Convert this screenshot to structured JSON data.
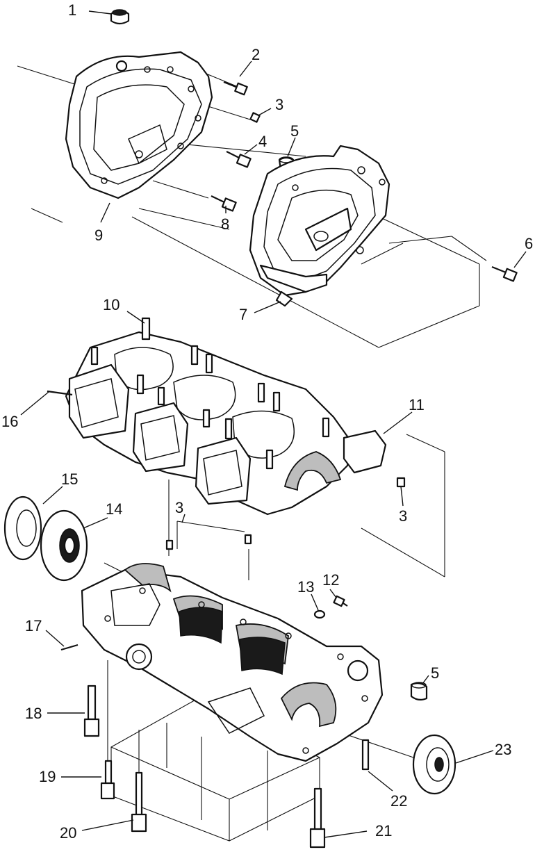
{
  "diagram": {
    "callouts": [
      "1",
      "2",
      "3",
      "4",
      "5",
      "6",
      "7",
      "8",
      "9",
      "10",
      "11",
      "3",
      "3",
      "12",
      "13",
      "14",
      "15",
      "16",
      "17",
      "18",
      "19",
      "20",
      "21",
      "22",
      "23",
      "5"
    ],
    "colors": {
      "ink": "#111111",
      "paper": "#ffffff",
      "shade": "#bdbdbd"
    }
  }
}
